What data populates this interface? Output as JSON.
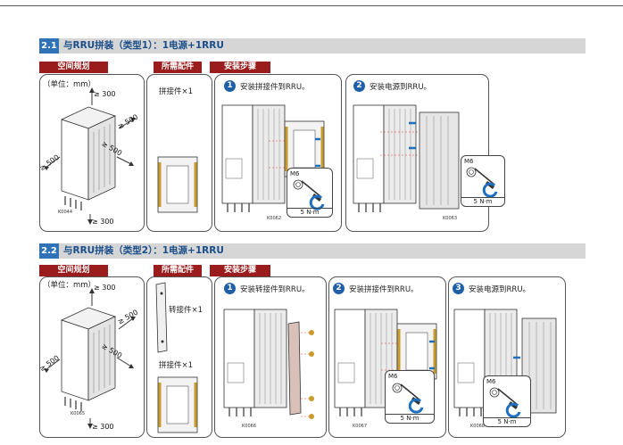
{
  "sections": [
    {
      "number": "2.1",
      "title": "与RRU拼装（类型1）：1电源+1RRU",
      "tags": {
        "space": "空间规划",
        "parts": "所需配件",
        "steps": "安装步骤"
      },
      "space": {
        "unit": "（单位：mm）",
        "top": "≥ 300",
        "right1": "≥ 500",
        "right2": "≥ 500",
        "left": "≥ 500",
        "bottom": "≥ 300",
        "code": "K0044"
      },
      "parts": [
        {
          "label": "拼接件×1"
        }
      ],
      "steps": [
        {
          "number": "1",
          "label": "安装拼接件到RRU。",
          "code": "K0062",
          "tool": {
            "bolt": "M6",
            "torque": "5 N·m"
          }
        },
        {
          "number": "2",
          "label": "安装电源到RRU。",
          "code": "K0063",
          "tool": {
            "bolt": "M6",
            "torque": "5 N·m"
          }
        }
      ]
    },
    {
      "number": "2.2",
      "title": "与RRU拼装（类型2）：1电源+1RRU",
      "tags": {
        "space": "空间规划",
        "parts": "所需配件",
        "steps": "安装步骤"
      },
      "space": {
        "unit": "（单位：mm）",
        "top": "≥ 300",
        "right1": "≥ 500",
        "right2": "≥ 500",
        "left": "≥ 500",
        "bottom": "≥ 300",
        "code": "K0065"
      },
      "parts": [
        {
          "label": "转接件×1"
        },
        {
          "label": "拼接件×1"
        }
      ],
      "steps": [
        {
          "number": "1",
          "label": "安装转接件到RRU。",
          "code": "K0066"
        },
        {
          "number": "2",
          "label": "安装拼接件到RRU。",
          "code": "K0067",
          "tool": {
            "bolt": "M6",
            "torque": "5 N·m"
          }
        },
        {
          "number": "3",
          "label": "安装电源到RRU。",
          "code": "K0068",
          "tool": {
            "bolt": "M6",
            "torque": "5 N·m"
          }
        }
      ]
    }
  ]
}
